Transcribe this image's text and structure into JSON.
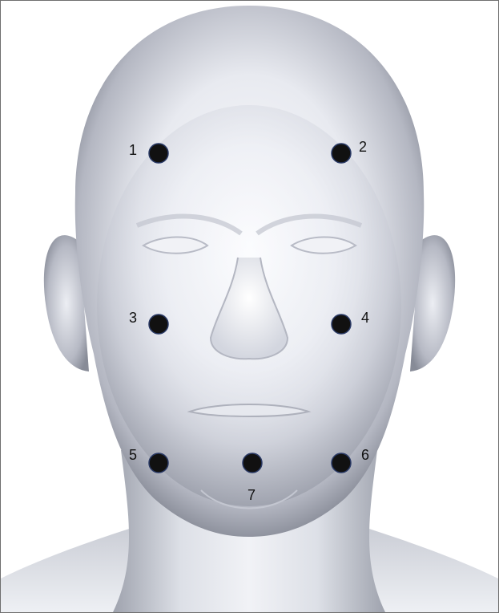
{
  "colors": {
    "marker": "#111111",
    "marker_outline": "#2a3a66",
    "skin_light": "#f6f7fb",
    "skin_mid": "#d6d9e2",
    "skin_dark": "#8c909c",
    "border": "#6f6f6f"
  },
  "markers": [
    {
      "id": "1",
      "label": "1"
    },
    {
      "id": "2",
      "label": "2"
    },
    {
      "id": "3",
      "label": "3"
    },
    {
      "id": "4",
      "label": "4"
    },
    {
      "id": "5",
      "label": "5"
    },
    {
      "id": "6",
      "label": "6"
    },
    {
      "id": "7",
      "label": "7"
    }
  ]
}
